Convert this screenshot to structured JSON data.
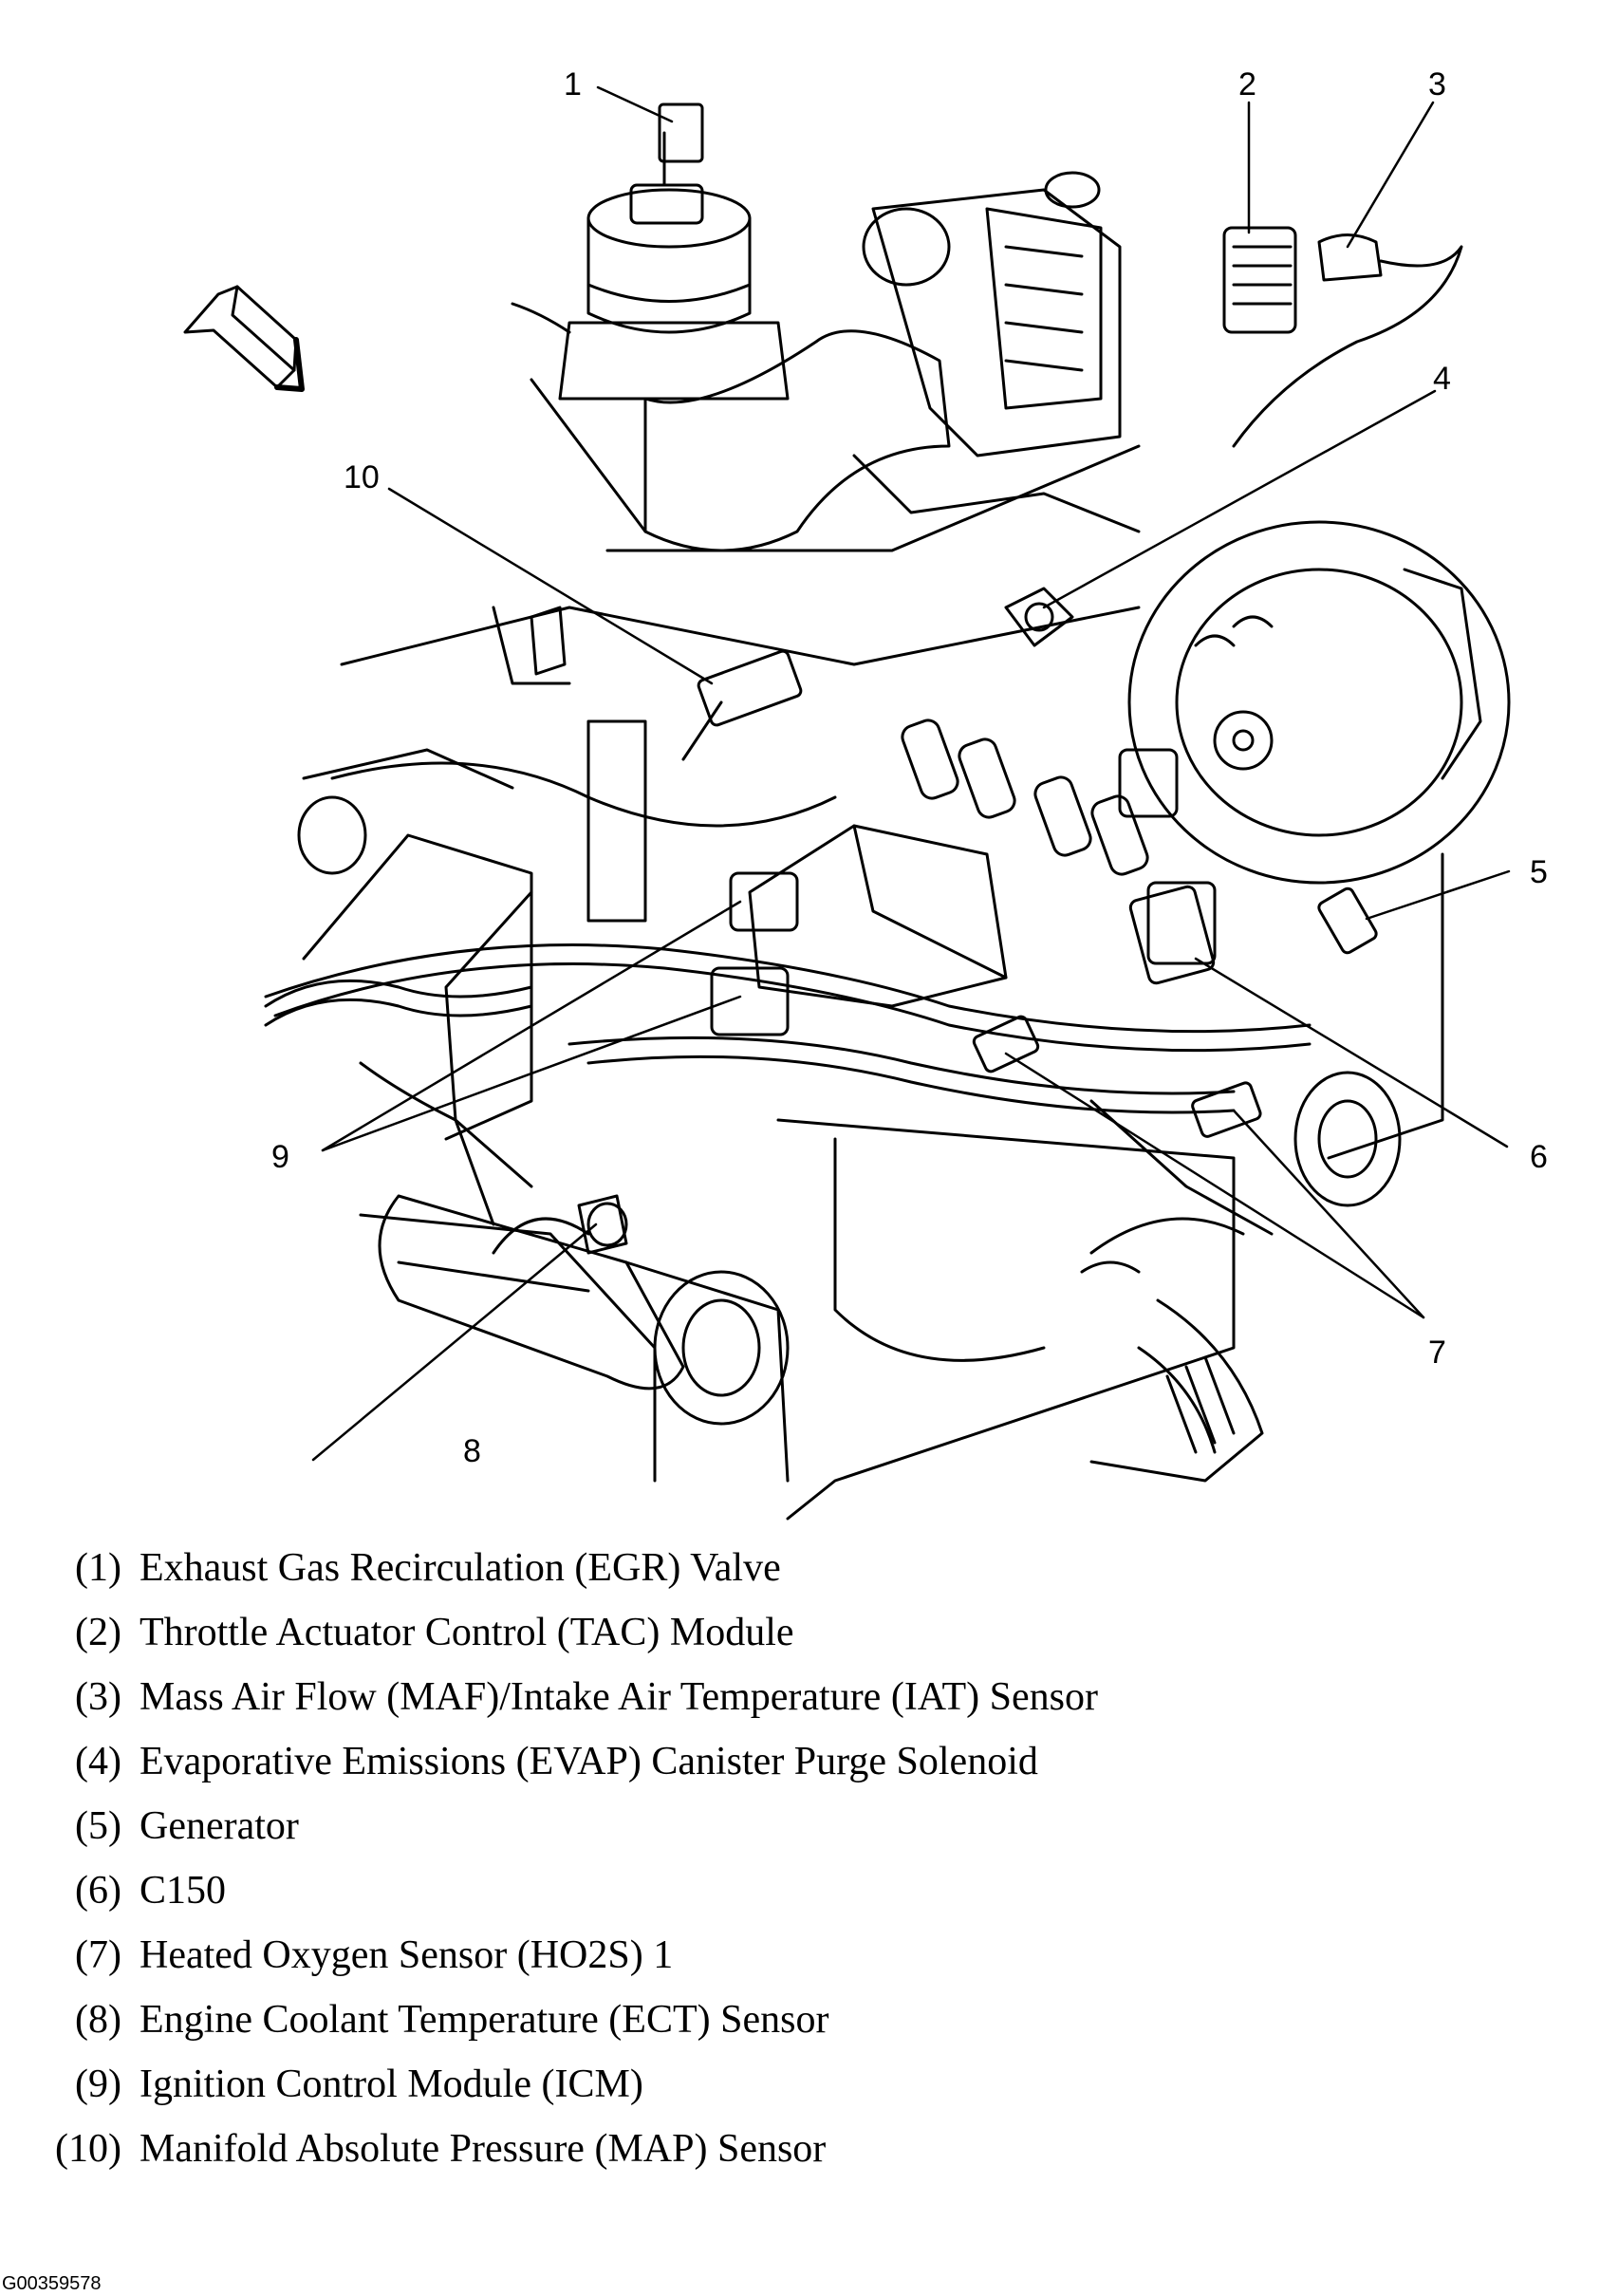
{
  "callouts": [
    "1",
    "2",
    "3",
    "4",
    "5",
    "6",
    "7",
    "8",
    "9",
    "10"
  ],
  "legend": [
    {
      "num": "(1)",
      "text": "Exhaust Gas Recirculation (EGR) Valve"
    },
    {
      "num": "(2)",
      "text": "Throttle Actuator Control (TAC) Module"
    },
    {
      "num": "(3)",
      "text": "Mass Air Flow (MAF)/Intake Air Temperature (IAT) Sensor"
    },
    {
      "num": "(4)",
      "text": "Evaporative Emissions (EVAP) Canister Purge Solenoid"
    },
    {
      "num": "(5)",
      "text": "Generator"
    },
    {
      "num": "(6)",
      "text": "C150"
    },
    {
      "num": "(7)",
      "text": "Heated Oxygen Sensor (HO2S) 1"
    },
    {
      "num": "(8)",
      "text": "Engine Coolant Temperature (ECT) Sensor"
    },
    {
      "num": "(9)",
      "text": "Ignition Control Module (ICM)"
    },
    {
      "num": "(10)",
      "text": "Manifold Absolute Pressure (MAP) Sensor"
    }
  ],
  "figure_id": "G00359578"
}
